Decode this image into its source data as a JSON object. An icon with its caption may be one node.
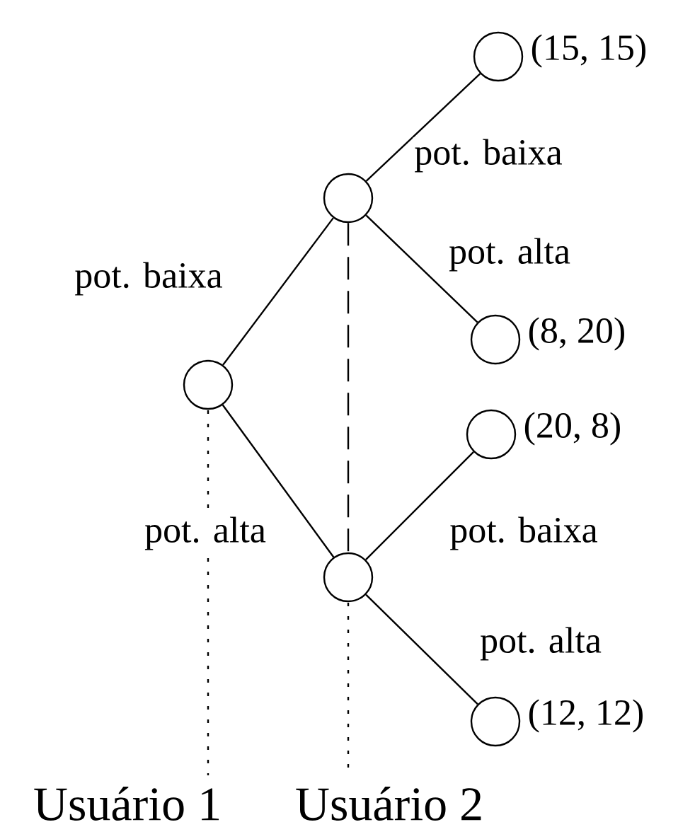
{
  "diagram": {
    "nodes": [
      {
        "text": [],
        "shape": "circle"
      },
      {
        "text": [],
        "shape": "circle"
      },
      {
        "text": [],
        "shape": "circle",
        "beside": [
          "(15, 15)"
        ]
      },
      {
        "text": [],
        "shape": "circle",
        "beside": [
          "(8, 20)"
        ]
      },
      {
        "text": [],
        "shape": "circle"
      },
      {
        "text": [],
        "shape": "circle",
        "beside": [
          "(20, 8)"
        ]
      },
      {
        "text": [],
        "shape": "circle",
        "beside": [
          "(12, 12)"
        ]
      }
    ],
    "edges": [
      {
        "from": 0,
        "to": 1,
        "arrow": "none",
        "label": "pot. baixa"
      },
      {
        "from": 0,
        "to": 4,
        "arrow": "none",
        "label": "pot. alta"
      },
      {
        "from": 1,
        "to": 2,
        "arrow": "none",
        "label": "pot. baixa"
      },
      {
        "from": 1,
        "to": 3,
        "arrow": "none",
        "label": "pot. alta"
      },
      {
        "from": 4,
        "to": 5,
        "arrow": "none",
        "label": "pot. baixa"
      },
      {
        "from": 4,
        "to": 6,
        "arrow": "none",
        "label": "pot. alta"
      },
      {
        "from": 1,
        "to": 4,
        "arrow": "none",
        "style": "dashed"
      }
    ],
    "labels": [
      "Usuário 1",
      "Usuário 2"
    ]
  }
}
